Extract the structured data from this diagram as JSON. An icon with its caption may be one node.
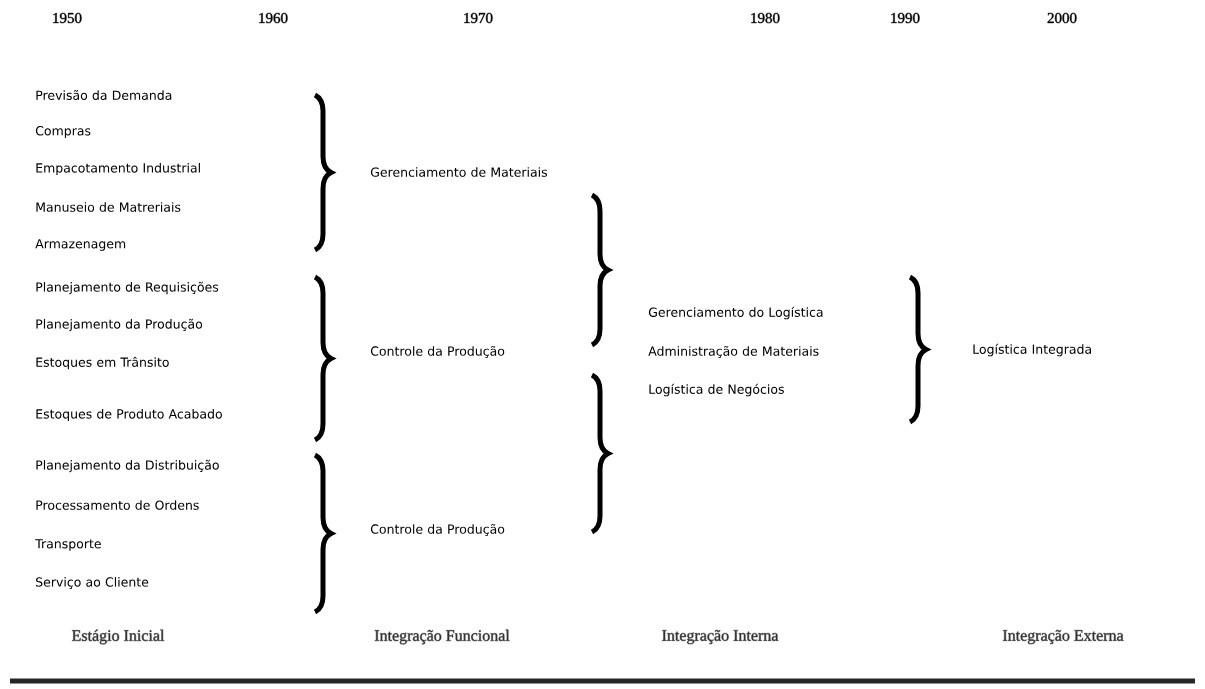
{
  "diagram": {
    "labels": [
      "1950",
      "1960",
      "1970",
      "1980",
      "1990",
      "2000",
      "Previsão da Demanda",
      "Compras",
      "Empacotamento Industrial",
      "Manuseio de Matreriais",
      "Armazenagem",
      "Planejamento de Requisições",
      "Planejamento da Produção",
      "Estoques em Trânsito",
      "Estoques de Produto Acabado",
      "Planejamento da Distribuição",
      "Processamento de Ordens",
      "Transporte",
      "Serviço ao Cliente",
      "Gerenciamento de Materiais",
      "Controle da Produção",
      "Controle da Produção",
      "Gerenciamento do Logística",
      "Administração de Materiais",
      "Logística de Negócios",
      "Logística Integrada",
      "Estágio Inicial",
      "Integração Funcional",
      "Integração Interna",
      "Integração Externa"
    ]
  }
}
